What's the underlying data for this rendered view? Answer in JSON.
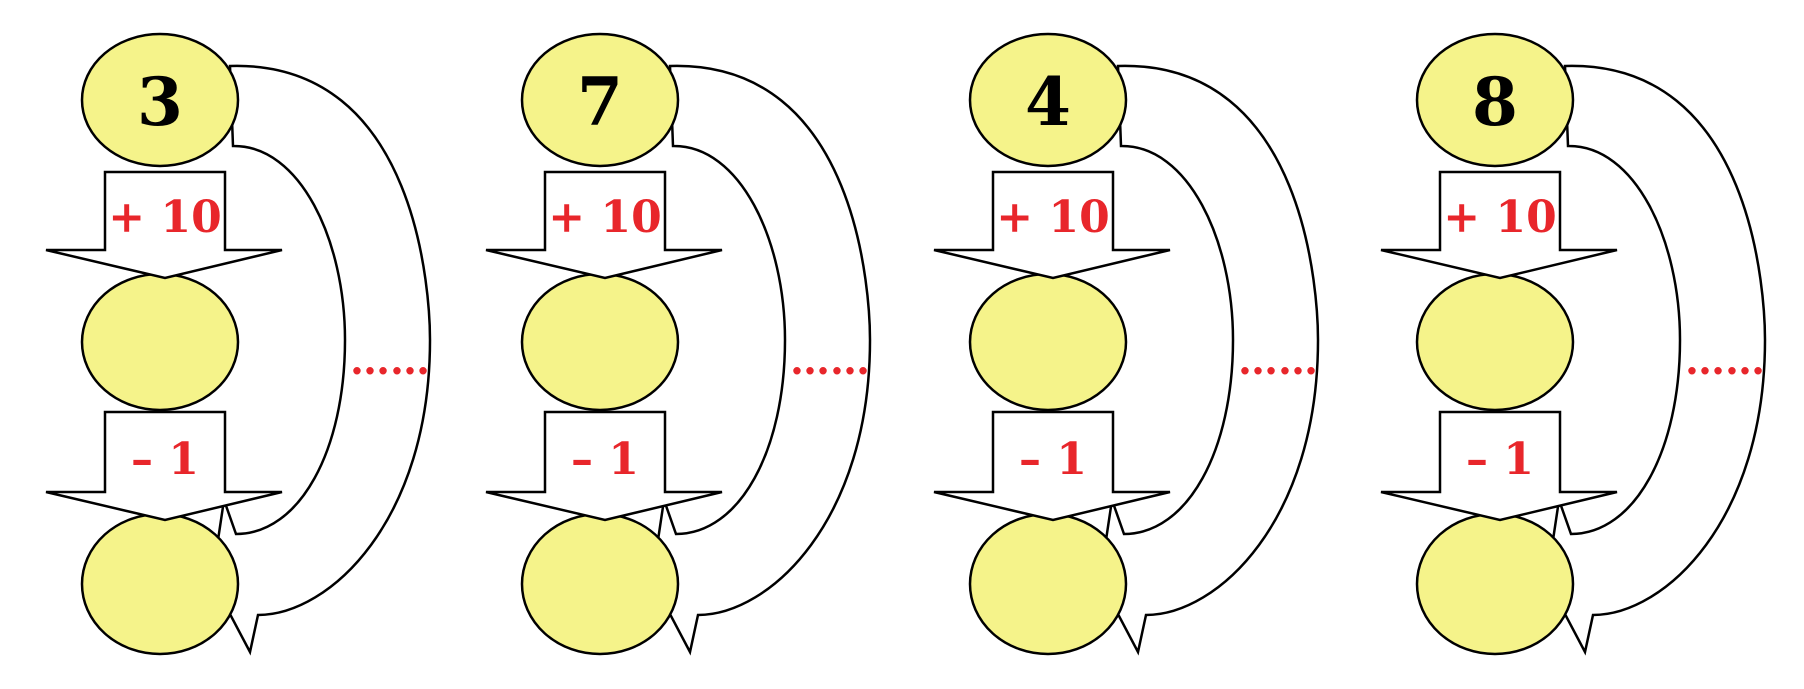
{
  "colors": {
    "circle_fill": "#f5f38a",
    "outline": "#000000",
    "label_red": "#e8262b",
    "number_black": "#000000"
  },
  "units": [
    {
      "start": "3",
      "add_label": "+ 10",
      "sub_label": "– 1",
      "dots": "……"
    },
    {
      "start": "7",
      "add_label": "+ 10",
      "sub_label": "– 1",
      "dots": "……"
    },
    {
      "start": "4",
      "add_label": "+ 10",
      "sub_label": "– 1",
      "dots": "……"
    },
    {
      "start": "8",
      "add_label": "+ 10",
      "sub_label": "– 1",
      "dots": "……"
    }
  ]
}
